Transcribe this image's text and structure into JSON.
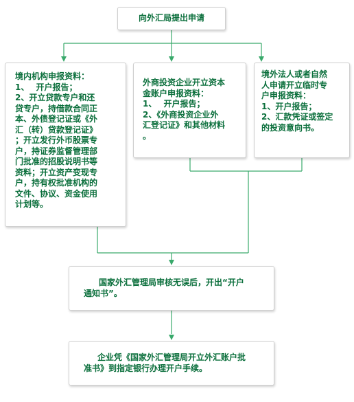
{
  "colors": {
    "text": "#0b6f3c",
    "connector": "#39a96b",
    "border": "#cfcfcf"
  },
  "nodes": {
    "apply": {
      "text": "向外汇局提出申请"
    },
    "domestic": {
      "lines": [
        "境内机构申报资料：",
        "1、　 开户报告；",
        "2、开立贷款专户和还",
        "贷专户，持借款合同正",
        "本、外债登记证或《外",
        "汇（转）贷款登记证》",
        "；开立发行外币股票专",
        "户，持证券监督管理部",
        "门批准的招股说明书等",
        "资料；开立资产变现专",
        "户，持有权批准机构的",
        "文件、协议、资金使用",
        "计划等。"
      ]
    },
    "foreign_invested": {
      "lines": [
        "外商投资企业开立资本",
        "金账户申报资料：",
        "1、　 开户报告；",
        "2、《外商投资企业外",
        "汇登记证》和其他材料",
        "。"
      ]
    },
    "overseas": {
      "lines": [
        "境外法人或者自然",
        "人申请开立临时专",
        "户申报资料：",
        "1、开户报告；",
        "2、汇款凭证或签定",
        "的投资意向书。"
      ]
    },
    "review": {
      "lines": [
        "国家外汇管理局审核无误后，开出“开户",
        "通知书”。"
      ]
    },
    "final": {
      "lines": [
        "企业凭《国家外汇管理局开立外汇账户批",
        "准书》到指定银行办理开户手续。"
      ]
    }
  }
}
